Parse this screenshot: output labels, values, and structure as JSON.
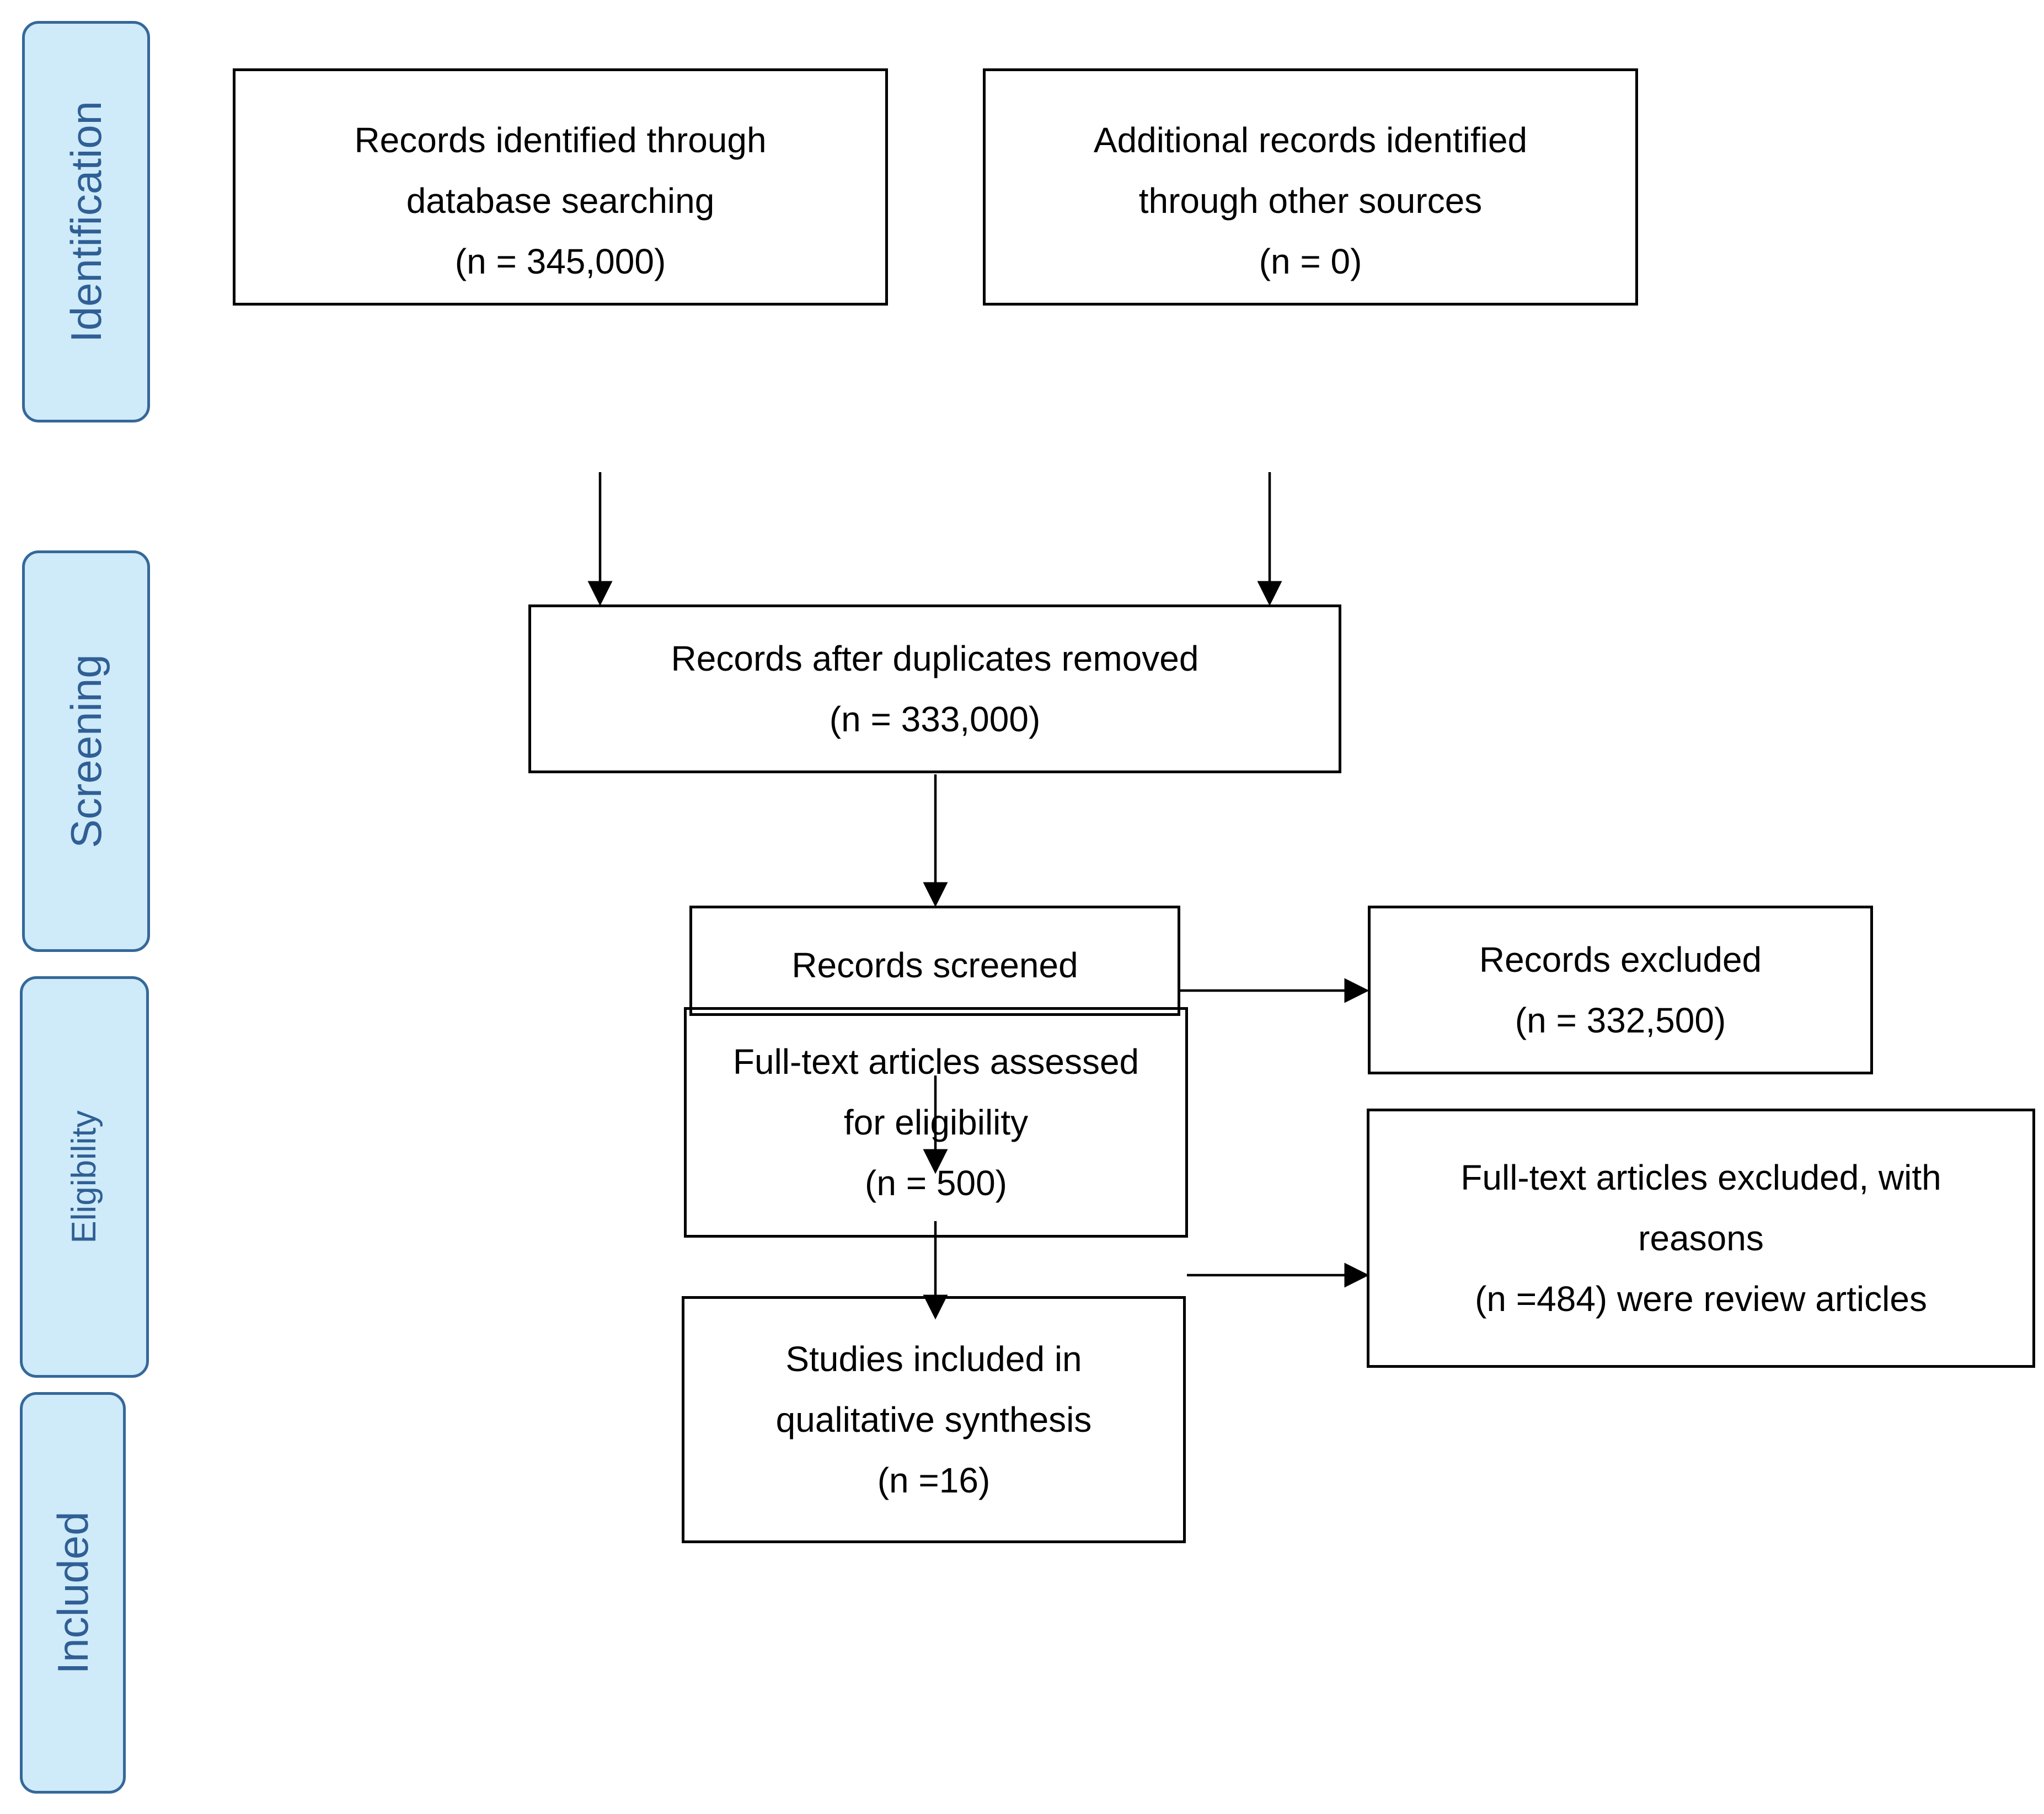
{
  "phases": {
    "identification": "Identification",
    "screening": "Screening",
    "eligibility": "Eligibility",
    "included": "Included"
  },
  "boxes": {
    "database_search": {
      "line1": "Records identified through",
      "line2": "database searching",
      "line3": "(n = 345,000)"
    },
    "other_sources": {
      "line1": "Additional records identified",
      "line2": "through other sources",
      "line3": "(n = 0)"
    },
    "duplicates_removed": {
      "line1": "Records after duplicates removed",
      "line2": "(n = 333,000)"
    },
    "records_screened": {
      "line1": "Records screened"
    },
    "records_excluded": {
      "line1": "Records excluded",
      "line2": "(n = 332,500)"
    },
    "fulltext_assessed": {
      "line1": "Full-text articles assessed",
      "line2": "for eligibility",
      "line3": "(n = 500)"
    },
    "fulltext_excluded": {
      "line1": "Full-text articles excluded, with",
      "line2": "reasons",
      "line3": "(n =484) were review articles"
    },
    "studies_included": {
      "line1": "Studies included in",
      "line2": "qualitative synthesis",
      "line3": "(n =16)"
    }
  }
}
